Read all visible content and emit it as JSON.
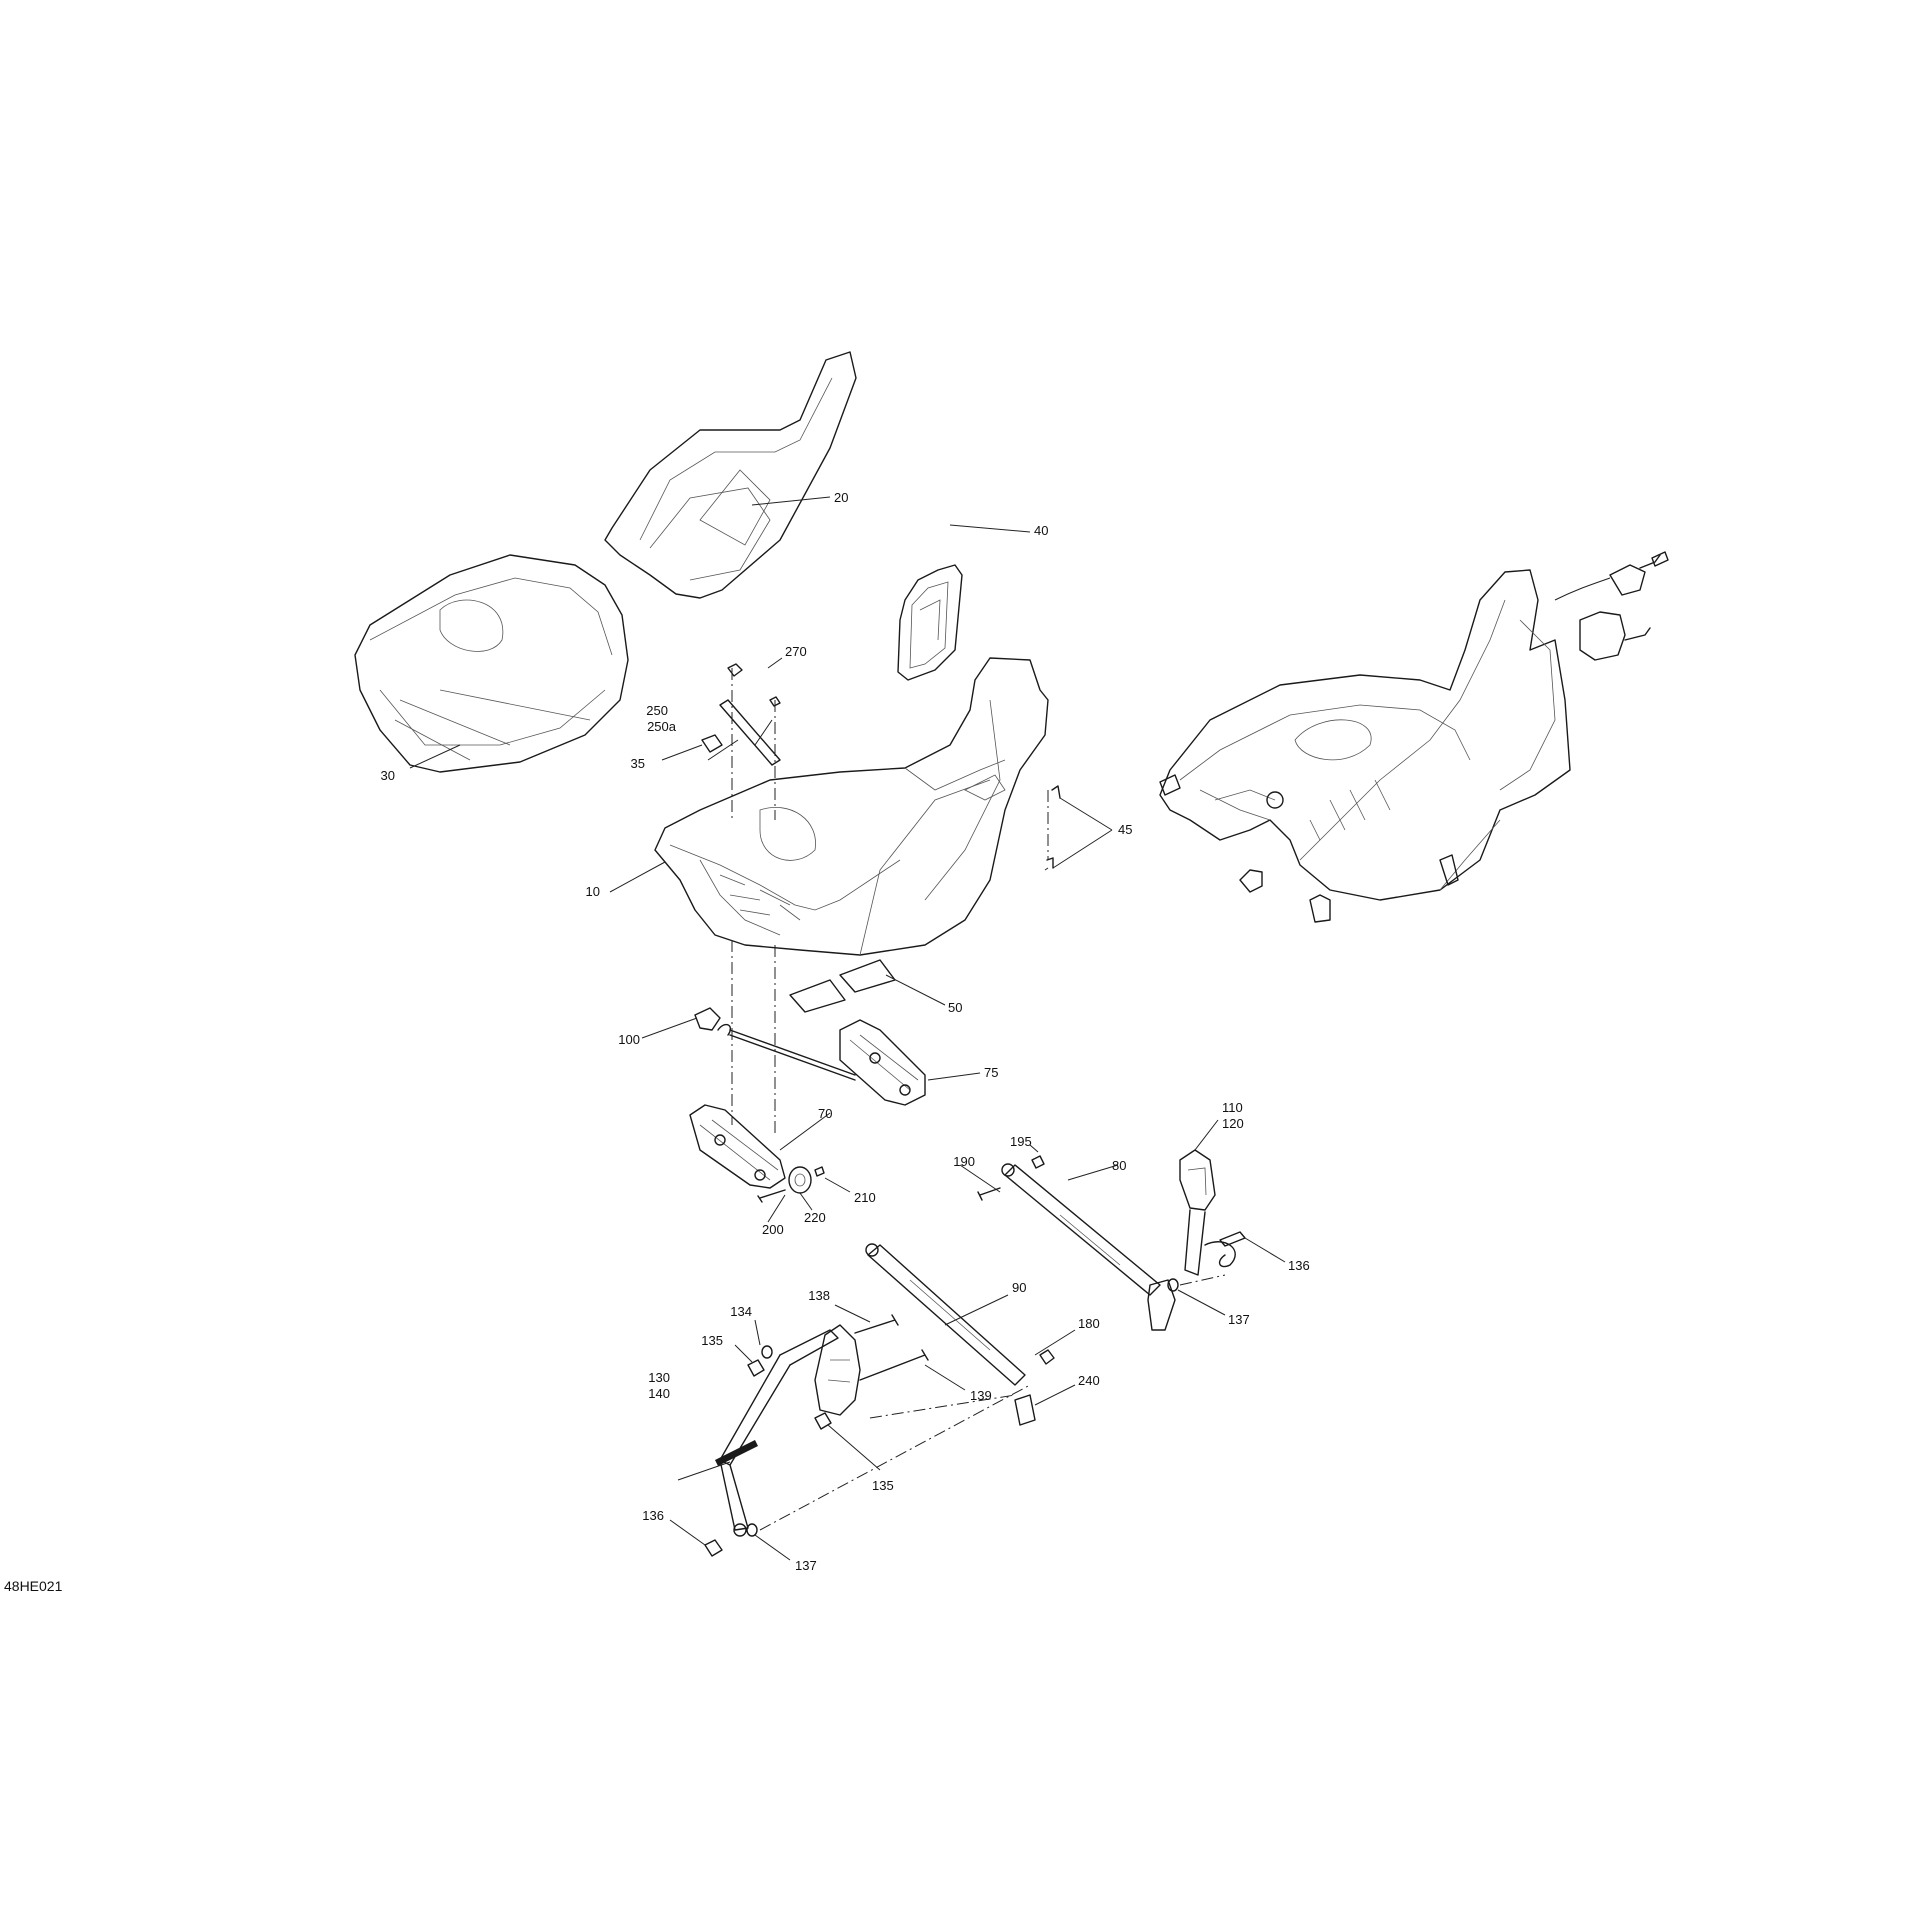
{
  "diagram": {
    "reference_code": "48HE021",
    "callouts": {
      "c10": "10",
      "c20": "20",
      "c30": "30",
      "c35": "35",
      "c40": "40",
      "c45": "45",
      "c50": "50",
      "c70": "70",
      "c75": "75",
      "c80": "80",
      "c90": "90",
      "c100": "100",
      "c110": "110",
      "c120": "120",
      "c130": "130",
      "c134": "134",
      "c135a": "135",
      "c135b": "135",
      "c136a": "136",
      "c136b": "136",
      "c137a": "137",
      "c137b": "137",
      "c138": "138",
      "c139": "139",
      "c140": "140",
      "c180": "180",
      "c190": "190",
      "c195": "195",
      "c200": "200",
      "c210": "210",
      "c220": "220",
      "c240": "240",
      "c250": "250",
      "c250a": "250a",
      "c270": "270"
    }
  }
}
